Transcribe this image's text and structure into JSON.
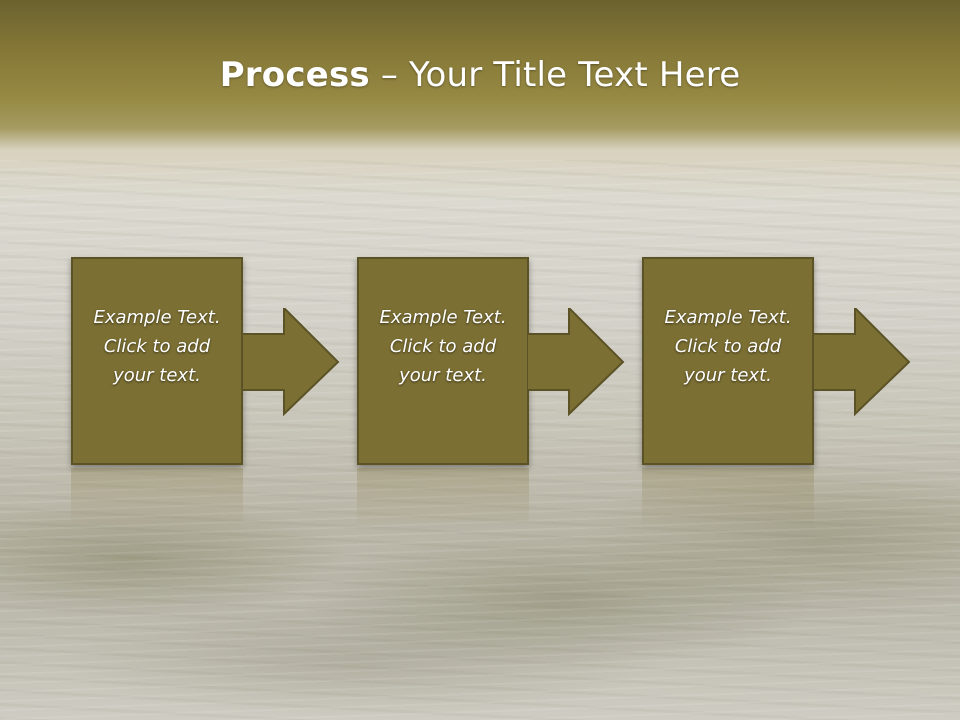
{
  "slide": {
    "title_bold": "Process",
    "title_rest": " – Your Title Text Here"
  },
  "steps": [
    {
      "line1": "Example Text.",
      "line2": "Click  to add",
      "line3": "your text."
    },
    {
      "line1": "Example Text.",
      "line2": "Click  to add",
      "line3": "your text."
    },
    {
      "line1": "Example Text.",
      "line2": "Click  to add",
      "line3": "your text."
    }
  ],
  "colors": {
    "box_fill": "#7b6f33",
    "box_border": "#5b5226",
    "header_band": "#857736"
  },
  "icons": [
    "right-arrow-icon"
  ]
}
